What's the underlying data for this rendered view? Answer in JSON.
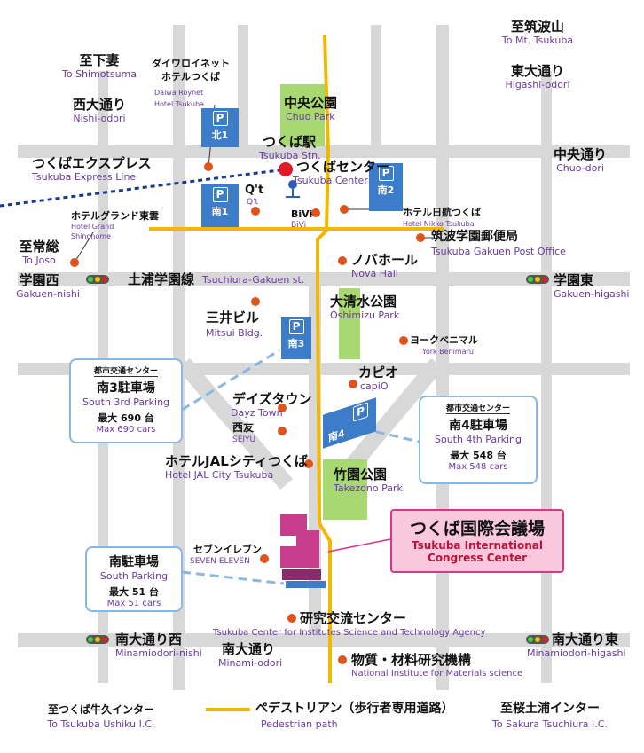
{
  "labels": {
    "to_shimotsuma_jp": "至下妻",
    "to_shimotsuma_en": "To Shimotsuma",
    "to_mt_tsukuba_jp": "至筑波山",
    "to_mt_tsukuba_en": "To Mt. Tsukuba",
    "higashi_odori_jp": "東大通り",
    "higashi_odori_en": "Higashi-odori",
    "nishi_odori_jp": "西大通り",
    "nishi_odori_en": "Nishi-odori",
    "daiwa_jp_1": "ダイワロイネット",
    "daiwa_jp_2": "ホテルつくば",
    "daiwa_en_1": "Daiwa Roynet",
    "daiwa_en_2": "Hotel Tsukuba",
    "chuo_park_jp": "中央公園",
    "chuo_park_en": "Chuo Park",
    "tsukuba_stn_jp": "つくば駅",
    "tsukuba_stn_en": "Tsukuba Stn.",
    "tsukuba_express_jp": "つくばエクスプレス",
    "tsukuba_express_en": "Tsukuba Express Line",
    "tsukuba_center_jp": "つくばセンター",
    "tsukuba_center_en": "Tsukuba Center",
    "chuo_dori_jp": "中央通り",
    "chuo_dori_en": "Chuo-dori",
    "qt": "Q't",
    "qt_en": "Q't",
    "bivi": "BiVi",
    "bivi_en": "BiVi",
    "hotel_grand_jp": "ホテルグランド東雲",
    "hotel_grand_en_1": "Hotel Grand",
    "hotel_grand_en_2": "Shinonome",
    "hotel_nikko_jp": "ホテル日航つくば",
    "hotel_nikko_en": "Hotel Nikko Tsukuba",
    "post_office_jp": "筑波学園郵便局",
    "post_office_en": "Tsukuba Gakuen Post Office",
    "to_joso_jp": "至常総",
    "to_joso_en": "To Joso",
    "nova_hall_jp": "ノバホール",
    "nova_hall_en": "Nova Hall",
    "gakuen_nishi_jp": "学園西",
    "gakuen_nishi_en": "Gakuen-nishi",
    "tsuchiura_jp": "土浦学園線",
    "tsuchiura_en": "Tsuchiura-Gakuen st.",
    "gakuen_higashi_jp": "学園東",
    "gakuen_higashi_en": "Gakuen-higashi",
    "oshimizu_jp": "大清水公園",
    "oshimizu_en": "Oshimizu Park",
    "mitsui_jp": "三井ビル",
    "mitsui_en": "Mitsui Bldg.",
    "york_jp": "ヨークベニマル",
    "york_en": "York Benimaru",
    "capio_jp": "カピオ",
    "capio_en": "capiO",
    "dayz_jp": "デイズタウン",
    "dayz_en": "Dayz Town",
    "seiyu_jp": "西友",
    "seiyu_en": "SEIYU",
    "jal_jp": "ホテルJALシティつくば",
    "jal_en": "Hotel JAL City Tsukuba",
    "takezono_jp": "竹園公園",
    "takezono_en": "Takezono Park",
    "seven_jp": "セブンイレブン",
    "seven_en": "SEVEN ELEVEN",
    "exchange_jp": "研究交流センター",
    "exchange_en": "Tsukuba Center for Institutes Science and Technology Agency",
    "minami_nishi_jp": "南大通り西",
    "minami_nishi_en": "Minamiodori-nishi",
    "minami_odori_jp": "南大通り",
    "minami_odori_en": "Minami-odori",
    "nims_jp": "物質・材料研究機構",
    "nims_en": "National Institute for Materials science",
    "minami_higashi_jp": "南大通り東",
    "minami_higashi_en": "Minamiodori-higashi",
    "ushiku_jp": "至つくば牛久インター",
    "ushiku_en": "To Tsukuba Ushiku I.C.",
    "pedestrian_jp": "ペデストリアン（歩行者専用道路）",
    "pedestrian_en": "Pedestrian path",
    "sakura_jp": "至桜土浦インター",
    "sakura_en": "To Sakura Tsuchiura I.C."
  },
  "parking_lots": {
    "p_symbol": "P",
    "north1": "北1",
    "south1": "南1",
    "south2": "南2",
    "south3": "南3",
    "south4": "南4"
  },
  "info_boxes": {
    "south3": {
      "header": "都市交通センター",
      "title": "南3駐車場",
      "title_en": "South 3rd Parking",
      "capacity": "最大 690 台",
      "capacity_en": "Max 690 cars"
    },
    "south4": {
      "header": "都市交通センター",
      "title": "南4駐車場",
      "title_en": "South 4th Parking",
      "capacity": "最大 548 台",
      "capacity_en": "Max 548 cars"
    },
    "south": {
      "title": "南駐車場",
      "title_en": "South Parking",
      "capacity": "最大 51 台",
      "capacity_en": "Max 51 cars"
    }
  },
  "venue": {
    "name_jp": "つくば国際会議場",
    "name_en_1": "Tsukuba International",
    "name_en_2": "Congress Center"
  },
  "colors": {
    "road": "#d8d8d8",
    "pedestrian": "#f2b800",
    "park": "#a8d870",
    "parking": "#3c7cc8",
    "venue": "#c83c8c",
    "railway": "#1a3a8c",
    "poi_dot": "#e0541c",
    "english_text": "#6a3aa0"
  }
}
